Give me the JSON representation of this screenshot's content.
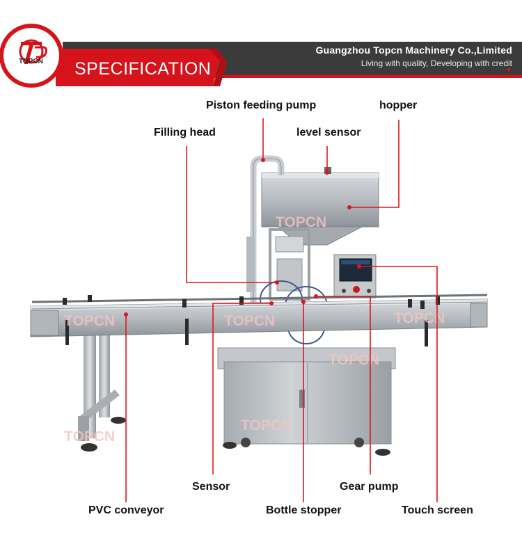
{
  "header": {
    "company_name": "Guangzhou Topcn Machinery Co.,Limited",
    "slogan": "Living with quality, Developing with credit",
    "section_title": "SPECIFICATION",
    "logo_text": "TOPCN",
    "accent_color": "#d6121a",
    "band_color": "#3a3a3a"
  },
  "watermark": "TOPCN",
  "callouts": {
    "piston_feeding_pump": "Piston feeding pump",
    "hopper": "hopper",
    "filling_head": "Filling head",
    "level_sensor": "level sensor",
    "sensor": "Sensor",
    "gear_pump": "Gear pump",
    "pvc_conveyor": "PVC conveyor",
    "bottle_stopper": "Bottle stopper",
    "touch_screen": "Touch screen"
  }
}
